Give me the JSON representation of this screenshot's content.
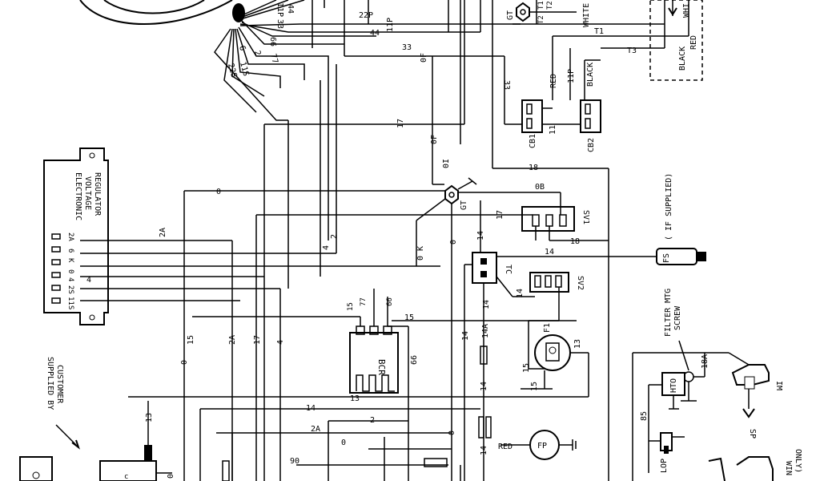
{
  "regulator": {
    "title_lines": [
      "ELECTRONIC",
      "VOLTAGE",
      "REGULATOR"
    ],
    "terminals": [
      "2A",
      "6",
      "K",
      "0",
      "4",
      "2S",
      "11S"
    ]
  },
  "harness_labels": {
    "l22s": "22S",
    "l11s": "11S",
    "l6": "6",
    "l2": "2",
    "l77": "77",
    "l66": "66",
    "l33": "33",
    "l11p": "11P",
    "l44": "44",
    "l22p": "22P",
    "l44b": "44",
    "l11pb": "11P",
    "l33b": "33",
    "l0f": "0F"
  },
  "wires": {
    "w0": "0",
    "w2a": "2A",
    "w6": "6",
    "w0k": "0 K",
    "w4": "4",
    "w2": "2",
    "w17": "17",
    "w0f": "0F",
    "w0i": "0I",
    "w0b": "0B",
    "w17b": "17",
    "w18": "18",
    "w18b": "18",
    "w14": "14",
    "w14b": "14",
    "w14c": "14",
    "w14a": "14A",
    "w15": "15",
    "w15b": "15",
    "w13": "13",
    "w13b": "13",
    "w13c": "13",
    "w14d": "14",
    "w2ab": "2A",
    "w2b": "2",
    "w0b2": "0",
    "w90": "90",
    "w15c": "15",
    "w0c": "0",
    "w0d": "0",
    "w2c": "2",
    "w4b": "4",
    "w17c": "17",
    "w2ac": "2A",
    "w15d": "15",
    "w0e": "0",
    "w11": "11",
    "w33c": "33",
    "w85": "85",
    "w18a": "18A",
    "w14e": "14",
    "w15e": "15",
    "w13d": "13",
    "w14f": "14",
    "w66": "66",
    "w14g": "14"
  },
  "components": {
    "bcr": "BCR",
    "bcr_pins": [
      "15",
      "77",
      "66"
    ],
    "gt": "GT",
    "gt2": "GT",
    "sv1": "SV1",
    "sv2": "SV2",
    "tc": "TC",
    "f1": "F1",
    "fp": "FP",
    "fs": "FS",
    "fs_note": "( IF SUPPLIED)",
    "cb1": "CB1",
    "cb2": "CB2",
    "hto": "HTO",
    "lop": "LOP",
    "im": "IM",
    "sp": "SP",
    "filter_label_lines": [
      "FILTER MTG",
      "SCREW"
    ],
    "customer_label_lines": [
      "SUPPLIED BY",
      "CUSTOMER"
    ],
    "win_label_lines": [
      "WIN",
      "ONLY)"
    ]
  },
  "color_labels": {
    "red": "RED",
    "black": "BLACK",
    "white": "WHITE",
    "red2": "RED",
    "black2": "BLACK",
    "whi": "WHI",
    "red_fp": "RED"
  },
  "terminal_labels": {
    "t1": "T1",
    "t2": "T2",
    "t3": "T3",
    "t1b": "T1",
    "t2b": "T2"
  }
}
